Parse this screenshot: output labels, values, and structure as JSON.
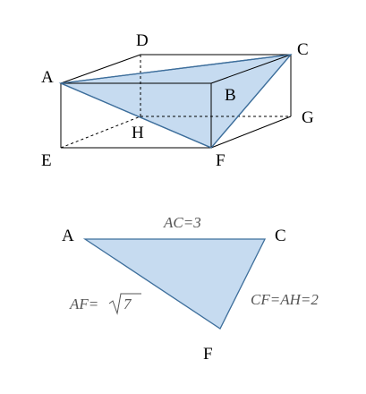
{
  "top_figure": {
    "vertices": {
      "A": "A",
      "B": "B",
      "C": "C",
      "D": "D",
      "E": "E",
      "F": "F",
      "G": "G",
      "H": "H"
    }
  },
  "bottom_figure": {
    "vertices": {
      "A": "A",
      "C": "C",
      "F": "F"
    },
    "labels": {
      "ac": "AC=3",
      "af_prefix": "AF=",
      "af_radicand": "7",
      "cf_ah": "CF=AH=2"
    }
  },
  "colors": {
    "face_fill": "#c6dbf0",
    "face_stroke": "#3e6f9c"
  }
}
